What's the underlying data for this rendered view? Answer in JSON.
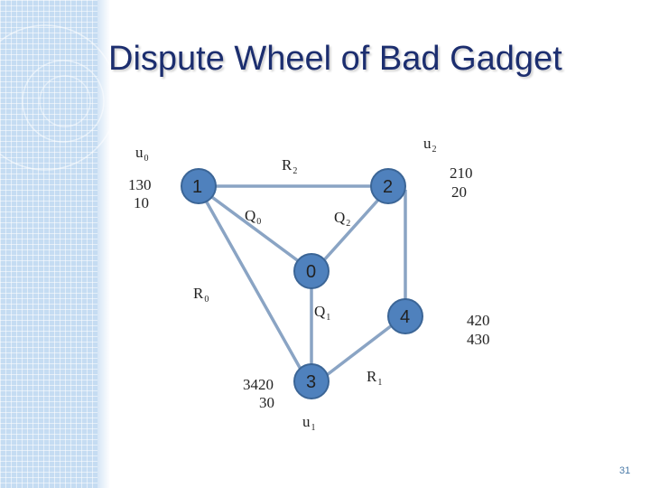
{
  "slide": {
    "title": "Dispute Wheel of Bad Gadget",
    "page_number": "31"
  },
  "diagram": {
    "nodes": {
      "n1": "1",
      "n2": "2",
      "n0": "0",
      "n4": "4",
      "n3": "3"
    },
    "labels": {
      "u0": "u",
      "u0_sub": "0",
      "u2": "u",
      "u2_sub": "2",
      "u1": "u",
      "u1_sub": "1",
      "R2": "R",
      "R2_sub": "2",
      "R0": "R",
      "R0_sub": "0",
      "R1": "R",
      "R1_sub": "1",
      "Q0": "Q",
      "Q0_sub": "0",
      "Q2": "Q",
      "Q2_sub": "2",
      "Q1": "Q",
      "Q1_sub": "1"
    },
    "paths": {
      "p130": "130",
      "p10": "10",
      "p210": "210",
      "p20": "20",
      "p420": "420",
      "p430": "430",
      "p3420": "3420",
      "p30": "30"
    },
    "colors": {
      "node_fill": "#4f81bd",
      "node_stroke": "#3b6596",
      "edge": "#8aa4c4"
    }
  }
}
